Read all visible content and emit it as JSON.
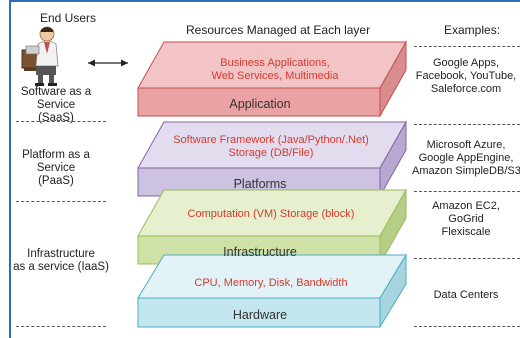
{
  "header": {
    "end_users": "End Users",
    "resources": "Resources Managed at Each layer",
    "examples": "Examples:"
  },
  "left_labels": {
    "saas": [
      "Software as a",
      "Service (SaaS)"
    ],
    "paas": [
      "Platform as a",
      "Service (PaaS)"
    ],
    "iaas": [
      "Infrastructure",
      "as a service (IaaS)"
    ]
  },
  "layers": [
    {
      "name": "Application",
      "resources": [
        "Business Applications,",
        "Web Services,  Multimedia"
      ],
      "colors": {
        "top": "#f3c4c5",
        "front": "#eba2a4",
        "side": "#d98c8e",
        "edge": "#c0504d"
      }
    },
    {
      "name": "Platforms",
      "resources": [
        "Software Framework (Java/Python/.Net)",
        "Storage (DB/File)"
      ],
      "colors": {
        "top": "#e3dcef",
        "front": "#cec2e3",
        "side": "#b6a8d1",
        "edge": "#8064a2"
      }
    },
    {
      "name": "Infrastructure",
      "resources": [
        "Computation (VM)  Storage (block)"
      ],
      "colors": {
        "top": "#e6f0cf",
        "front": "#cfe1a6",
        "side": "#b6cd86",
        "edge": "#9bbb59"
      }
    },
    {
      "name": "Hardware",
      "resources": [
        "CPU, Memory, Disk, Bandwidth"
      ],
      "colors": {
        "top": "#e2f3f7",
        "front": "#c4e6ee",
        "side": "#a7d4df",
        "edge": "#4bacc6"
      }
    }
  ],
  "examples": {
    "saas": [
      "Google Apps,",
      "Facebook, YouTube,",
      "Saleforce.com"
    ],
    "paas": [
      "Microsoft Azure,",
      "Google AppEngine,",
      "Amazon SimpleDB/S3"
    ],
    "iaas": [
      "Amazon EC2,",
      "GoGrid",
      "Flexiscale"
    ],
    "hardware": [
      "Data Centers"
    ]
  }
}
